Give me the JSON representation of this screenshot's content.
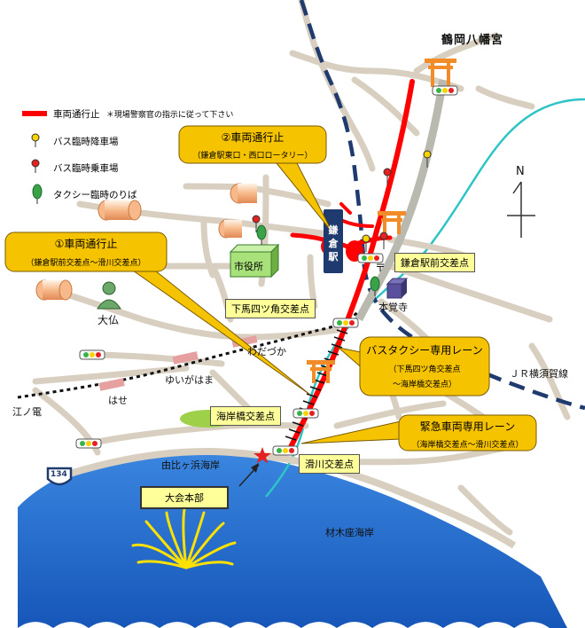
{
  "legend": {
    "closure_label": "車両通行止",
    "closure_note": "＊現場警察官の指示に従って下さい",
    "bus_drop_label": "バス臨時降車場",
    "bus_pick_label": "バス臨時乗車場",
    "taxi_label": "タクシー臨時のりば"
  },
  "callouts": {
    "closure2_title": "②車両通行止",
    "closure2_sub": "（鎌倉駅東口・西口ロータリー）",
    "closure1_title": "①車両通行止",
    "closure1_sub": "（鎌倉駅前交差点～滑川交差点）",
    "bus_taxi_title": "バスタクシー専用レーン",
    "bus_taxi_sub1": "（下馬四ツ角交差点",
    "bus_taxi_sub2": "～海岸橋交差点）",
    "emergency_title": "緊急車両専用レーン",
    "emergency_sub": "（海岸橋交差点～滑川交差点）"
  },
  "places": {
    "shrine": "鶴岡八幡宮",
    "station": "鎌倉駅",
    "city_hall": "市役所",
    "hongakuji": "本覚寺",
    "daibutsu": "大仏",
    "wadazuka": "わだづか",
    "yuigahama": "ゆいがはま",
    "hase": "はせ",
    "enoden": "江ノ電",
    "jr_line": "ＪＲ横須賀線",
    "beach_yuigahama": "由比ヶ浜海岸",
    "beach_zaimokuza": "材木座海岸",
    "headquarters": "大会本部",
    "route_number": "134",
    "north": "N"
  },
  "intersections": {
    "kamakura_eki_mae": "鎌倉駅前交差点",
    "geba_yotsukado": "下馬四ツ角交差点",
    "kaigan_bashi": "海岸橋交差点",
    "namerikawa": "滑川交差点"
  },
  "colors": {
    "closure_red": "#ff0000",
    "sea_blue": "#1e6fd6",
    "road_brown": "#d8cfc0",
    "rail_navy": "#1f3a6e",
    "callout_yellow": "#f6c300",
    "river_teal": "#2ec4c6"
  }
}
